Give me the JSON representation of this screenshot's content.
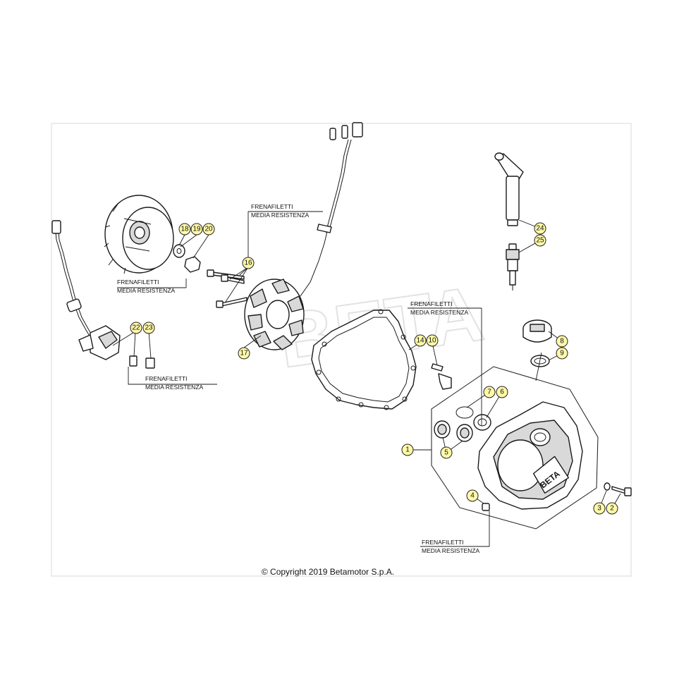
{
  "diagram": {
    "copyright": "© Copyright 2019 Betamotor S.p.A.",
    "watermark": "BETA",
    "notes": [
      {
        "id": "note-flywheel",
        "line1": "FRENAFILETTI",
        "line2": "MEDIA RESISTENZA"
      },
      {
        "id": "note-stator",
        "line1": "FRENAFILETTI",
        "line2": "MEDIA RESISTENZA"
      },
      {
        "id": "note-pickup",
        "line1": "FRENAFILETTI",
        "line2": "MEDIA RESISTENZA"
      },
      {
        "id": "note-cover",
        "line1": "FRENAFILETTI",
        "line2": "MEDIA RESISTENZA"
      },
      {
        "id": "note-plug",
        "line1": "FRENAFILETTI",
        "line2": "MEDIA RESISTENZA"
      }
    ],
    "callouts": [
      "1",
      "2",
      "3",
      "4",
      "5",
      "6",
      "7",
      "8",
      "9",
      "10",
      "14",
      "16",
      "17",
      "18",
      "19",
      "20",
      "22",
      "23",
      "24",
      "25"
    ]
  }
}
